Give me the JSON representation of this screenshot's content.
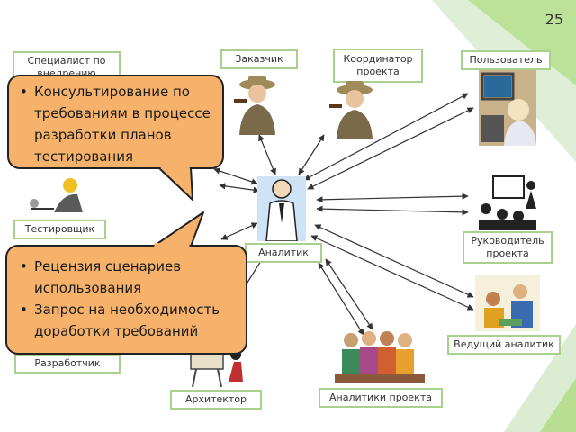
{
  "slide": {
    "page_number": "25",
    "colors": {
      "green_accent": "#a9d18e",
      "callout_fill": "#f6b26b",
      "arrow": "#333333"
    }
  },
  "roles": {
    "specialist": "Специалист по внедрению",
    "customer": "Заказчик",
    "coordinator": "Координатор проекта",
    "user": "Пользователь",
    "tester": "Тестировщик",
    "analyst": "Аналитик",
    "project_manager": "Руководитель проекта",
    "lead_analyst": "Ведущий аналитик",
    "developer": "Разработчик",
    "architect": "Архитектор",
    "project_analysts": "Аналитики проекта"
  },
  "callout_top": {
    "items": [
      "Консультирование по требованиям в процессе разработки планов тестирования"
    ]
  },
  "callout_bottom": {
    "items": [
      "Рецензия сценариев использования",
      "Запрос на необходимость доработки требований"
    ]
  }
}
